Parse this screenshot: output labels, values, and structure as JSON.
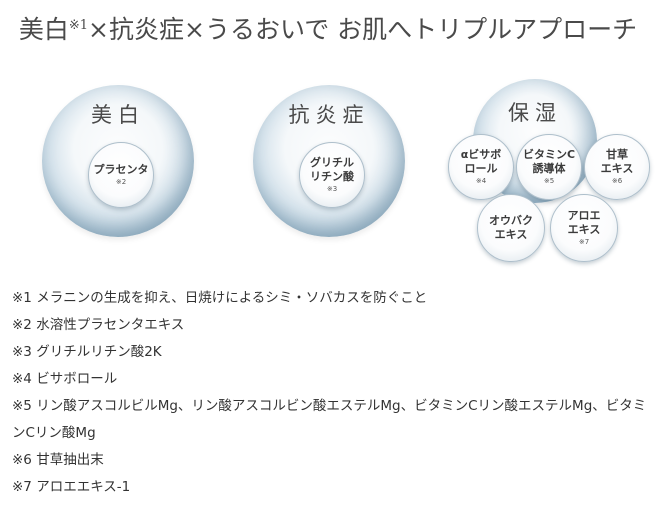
{
  "headline": {
    "part1": "美白",
    "mark": "※1",
    "part2": "×抗炎症×うるおいで お肌へトリプルアプローチ"
  },
  "spheres": {
    "whitening": {
      "title": "美白",
      "bubble": {
        "name": "プラセンタ",
        "note": "※2"
      }
    },
    "anti_inflammatory": {
      "title": "抗炎症",
      "bubble": {
        "name": "グリチル\nリチン酸",
        "note": "※3"
      }
    },
    "moisturizing": {
      "title": "保湿",
      "bubbles": [
        {
          "name": "αビサボ\nロール",
          "note": "※4"
        },
        {
          "name": "ビタミンC\n誘導体",
          "note": "※5"
        },
        {
          "name": "甘草\nエキス",
          "note": "※6"
        },
        {
          "name": "オウバク\nエキス",
          "note": ""
        },
        {
          "name": "アロエ\nエキス",
          "note": "※7"
        }
      ]
    }
  },
  "footnotes": [
    "※1 メラニンの生成を抑え、日焼けによるシミ・ソバカスを防ぐこと",
    "※2 水溶性プラセンタエキス",
    "※3 グリチルリチン酸2K",
    "※4 ビサボロール",
    "※5 リン酸アスコルビルMg、リン酸アスコルビン酸エステルMg、ビタミンCリン酸エステルMg、ビタミンCリン酸Mg",
    "※6 甘草抽出末",
    "※7 アロエエキス-1"
  ]
}
